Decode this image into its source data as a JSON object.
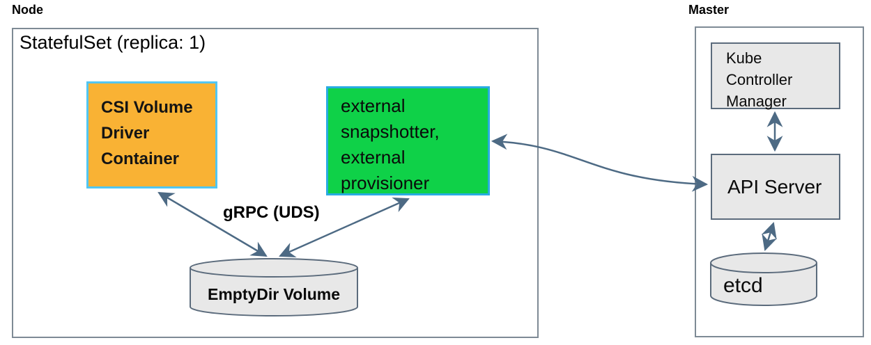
{
  "node": {
    "title": "Node",
    "statefulset": "StatefulSet (replica: 1)",
    "csi_driver": "CSI Volume Driver Container",
    "sidecars": "external snapshotter, external provisioner",
    "grpc": "gRPC (UDS)",
    "emptydir": "EmptyDir Volume"
  },
  "master": {
    "title": "Master",
    "kcm": "Kube Controller Manager",
    "api_server": "API Server",
    "etcd": "etcd"
  },
  "colors": {
    "arrow": "#4D6A84",
    "csi_fill": "#F9B234",
    "csi_border": "#52C6F2",
    "sidecar_fill": "#0FD148",
    "sidecar_border": "#29ABE2",
    "gray_fill": "#E8E8E8",
    "gray_border": "#5B6B7C",
    "boundary_border": "#7E8A95"
  }
}
